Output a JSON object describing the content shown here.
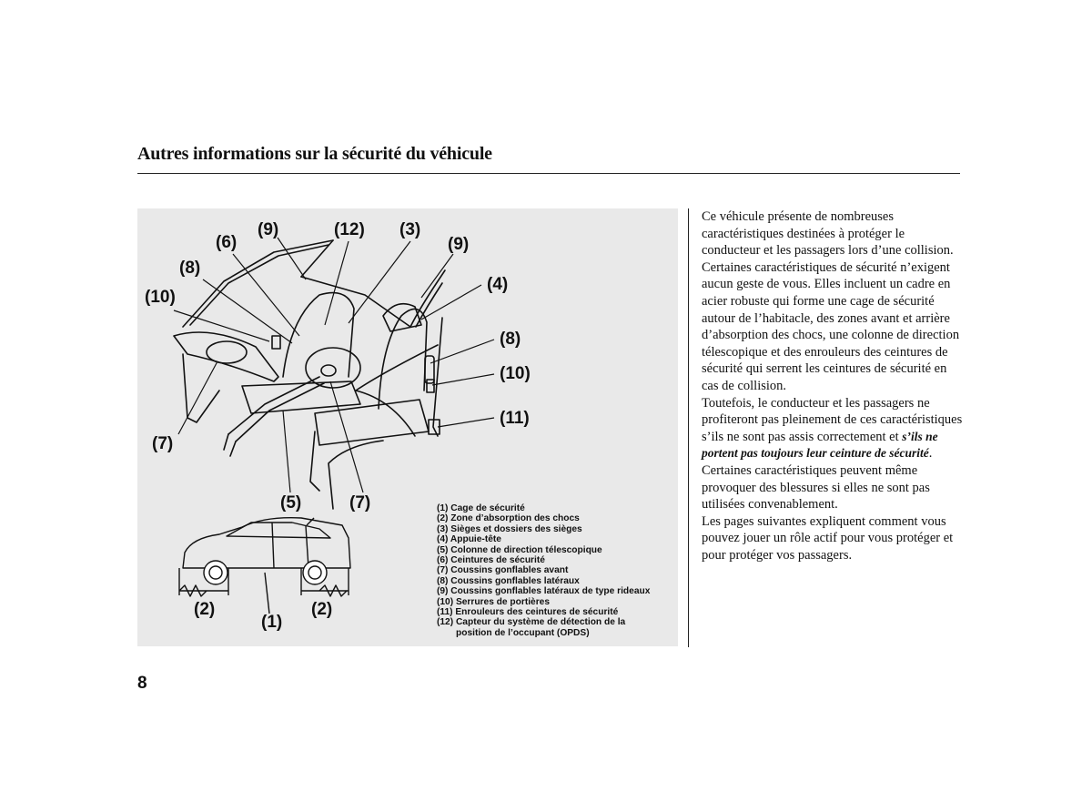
{
  "page": {
    "title": "Autres informations sur la sécurité du véhicule",
    "page_number": "8"
  },
  "figure": {
    "callouts": {
      "c6": "(6)",
      "c9a": "(9)",
      "c12": "(12)",
      "c3": "(3)",
      "c9b": "(9)",
      "c8a": "(8)",
      "c4": "(4)",
      "c10a": "(10)",
      "c8b": "(8)",
      "c10b": "(10)",
      "c11": "(11)",
      "c7a": "(7)",
      "c5": "(5)",
      "c7b": "(7)",
      "c2a": "(2)",
      "c1": "(1)",
      "c2b": "(2)"
    },
    "legend": [
      "(1) Cage de sécurité",
      "(2) Zone d’absorption des chocs",
      "(3) Sièges et dossiers des sièges",
      "(4) Appuie-tête",
      "(5) Colonne de direction télescopique",
      "(6) Ceintures de sécurité",
      "(7) Coussins gonflables avant",
      "(8) Coussins gonflables latéraux",
      "(9) Coussins gonflables latéraux de type rideaux",
      "(10) Serrures de portières",
      "(11) Enrouleurs des ceintures de sécurité",
      "(12) Capteur du système de détection de la",
      "position de l’occupant (OPDS)"
    ]
  },
  "body": {
    "p1": "Ce véhicule présente de nombreuses caractéristiques destinées à protéger le conducteur et les passagers lors d’une collision.",
    "p2": "Certaines caractéristiques de sécurité n’exigent aucun geste de vous. Elles incluent un cadre en acier robuste qui forme une cage de sécurité autour de l’habitacle, des zones avant et arrière d’absorption des chocs, une colonne de direction télescopique et des enrouleurs des ceintures de sécurité qui serrent les ceintures de sécurité en cas de collision.",
    "p3_before": "Toutefois, le conducteur et les passagers ne profiteront pas pleinement de ces caractéristiques s’ils ne sont pas assis correctement et ",
    "p3_emphasis": "s’ils ne portent pas toujours leur ceinture de sécurité",
    "p3_after": ". Certaines caractéristiques peuvent même provoquer des blessures si elles ne sont pas utilisées convenablement.",
    "p4": "Les pages suivantes expliquent comment vous pouvez jouer un rôle actif pour vous protéger et pour protéger vos passagers."
  }
}
